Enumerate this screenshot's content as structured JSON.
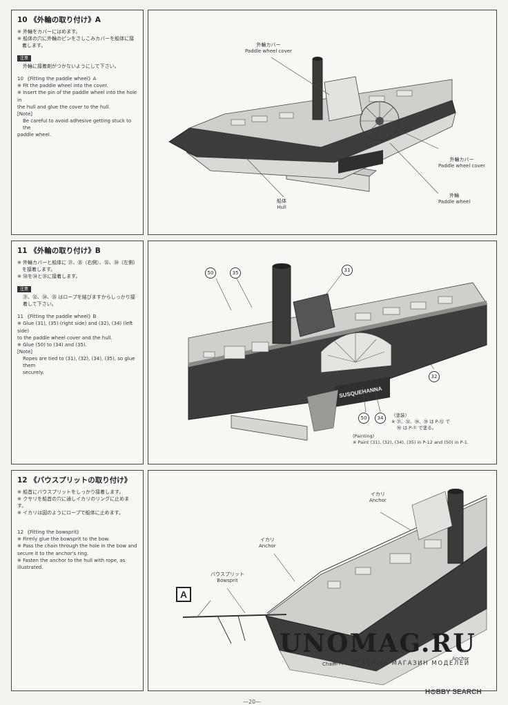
{
  "steps": [
    {
      "title": "10 《外輪の取り付け》A",
      "jp": [
        "※ 外輪をカバーにはめます。",
        "※ 船体の穴に外輪のピンをさしこみカバーを船体に接",
        "　着します。"
      ],
      "note_tag": "注意",
      "note_jp": "外輪に接着剤がつかないようにして下さい。",
      "en_title": "10 《Fitting the paddle wheel》A",
      "en": [
        "※ Fit the paddle wheel into the cover.",
        "※ Insert the pin of the paddle wheel into the hole in",
        "   the hull and glue the cover to the hull."
      ],
      "en_note_label": "[Note]",
      "en_note": [
        "Be careful to avoid adhesive getting stuck to the",
        "paddle wheel."
      ],
      "callouts": {
        "cover_top_jp": "外輪カバー",
        "cover_top_en": "Paddle wheel cover",
        "cover_right_jp": "外輪カバー",
        "cover_right_en": "Paddle wheel cover",
        "wheel_jp": "外輪",
        "wheel_en": "Paddle wheel",
        "hull_jp": "船体",
        "hull_en": "Hull"
      }
    },
    {
      "title": "11 《外輪の取り付け》B",
      "jp": [
        "※ 外輪カバーと船体に ㉛、㉟（右側）、㉜、㉞（左側）",
        "　を接着します。",
        "※ ㊿を㉞と㉟に接着します。"
      ],
      "note_tag": "注意",
      "note_jp": "㉛、㉜、㉞、㉟ はロープを結びますからしっかり接着して下さい。",
      "en_title": "11 《Fitting the paddle wheel》B",
      "en": [
        "※ Glue (31), (35) (right side) and (32), (34) (left side)",
        "   to the paddle wheel cover and the hull.",
        "※ Glue (50) to (34) and (35)."
      ],
      "en_note_label": "[Note]",
      "en_note": [
        "Ropes are tied to (31), (32), (34), (35), so glue them",
        "securely."
      ],
      "parts": [
        "50",
        "35",
        "31",
        "32",
        "50",
        "34"
      ],
      "painting_jp_label": "〈塗装〉",
      "painting_jp": [
        "※ ㉛、㉜、㉞、㉟ は P-⑫ で",
        "㊿ は P-① で塗る。"
      ],
      "painting_en_label": "(Painting)",
      "painting_en": "※ Paint (31), (32), (34), (35) in P-12 and (50) in P-1.",
      "nameplate": "SUSQUEHANNA"
    },
    {
      "title": "12 《バウスプリットの取り付け》",
      "jp": [
        "※ 船首にバウスプリットをしっかり接着します。",
        "※ クサリを船首の穴に通しイカリのリングに止めます。",
        "※ イカリは図のようにロープで船体に止めます。"
      ],
      "en_title": "12 《Fitting the bowsprit》",
      "en": [
        "※ Firmly glue the bowsprit to the bow.",
        "※ Pass the chain through the hole in the bow and",
        "   secure it to the anchor's ring.",
        "※ Fasten the anchor to the hull with rope, as",
        "   illustrated."
      ],
      "callouts": {
        "anchor_top_jp": "イカリ",
        "anchor_top_en": "Anchor",
        "anchor_mid_jp": "イカリ",
        "anchor_mid_en": "Anchor",
        "bowsprit_jp": "バウスプリット",
        "bowsprit_en": "Bowsprit",
        "chain_en": "Chain",
        "anchor_bottom_en": "Anchor",
        "anchor_bottom2_en": "Anchor"
      },
      "marker": "A"
    }
  ],
  "watermark": {
    "main": "UNOMAG.RU",
    "sub": "МАСШТАБНЫЙ МАГАЗИН МОДЕЛЕЙ",
    "hobby": "H⊙BBY SEARCH"
  },
  "page_number": "—20—",
  "colors": {
    "hull_dark": "#3c3c3c",
    "hull_light": "#d9d9d6",
    "deck": "#cfcfcb",
    "line": "#444444"
  }
}
